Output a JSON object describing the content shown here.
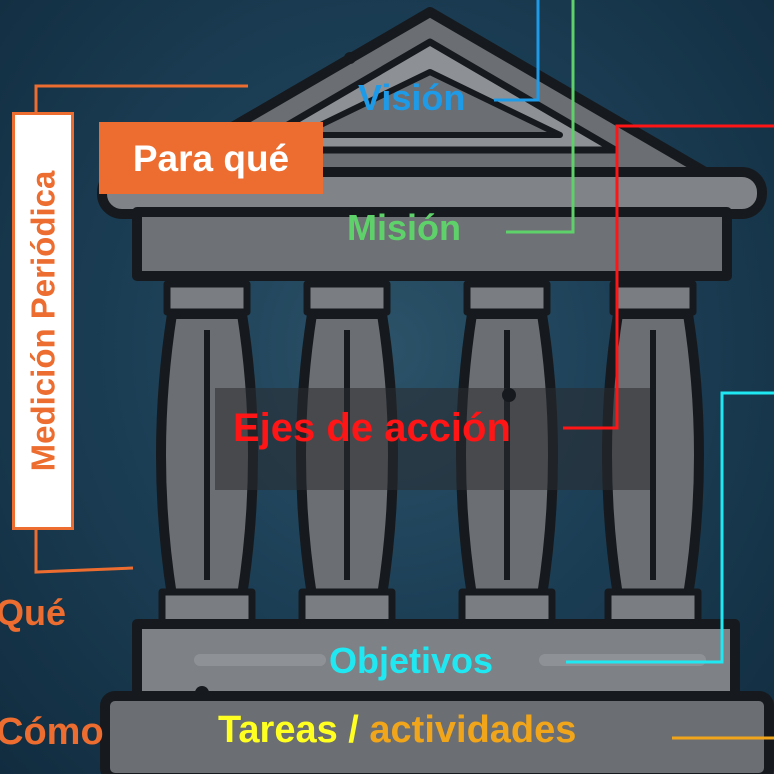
{
  "diagram": {
    "labels": {
      "vision": "Visión",
      "mission": "Misión",
      "action_axes": "Ejes de acción",
      "objectives": "Objetivos",
      "tasks": "Tareas /",
      "activities": "actividades",
      "para_que": "Para qué",
      "que": "Qué",
      "como": "Cómo",
      "medicion": "Medición Periódica"
    },
    "colors": {
      "vision": "#1e9be8",
      "mission": "#5fd16a",
      "action_axes": "#ff1515",
      "objectives": "#20e8f2",
      "tasks": "#ffff21",
      "activities": "#f0a51a",
      "accent": "#ec6d2f",
      "temple": "#6b6e72",
      "outline": "#161a1e"
    },
    "icons": [
      "temple-icon"
    ]
  }
}
